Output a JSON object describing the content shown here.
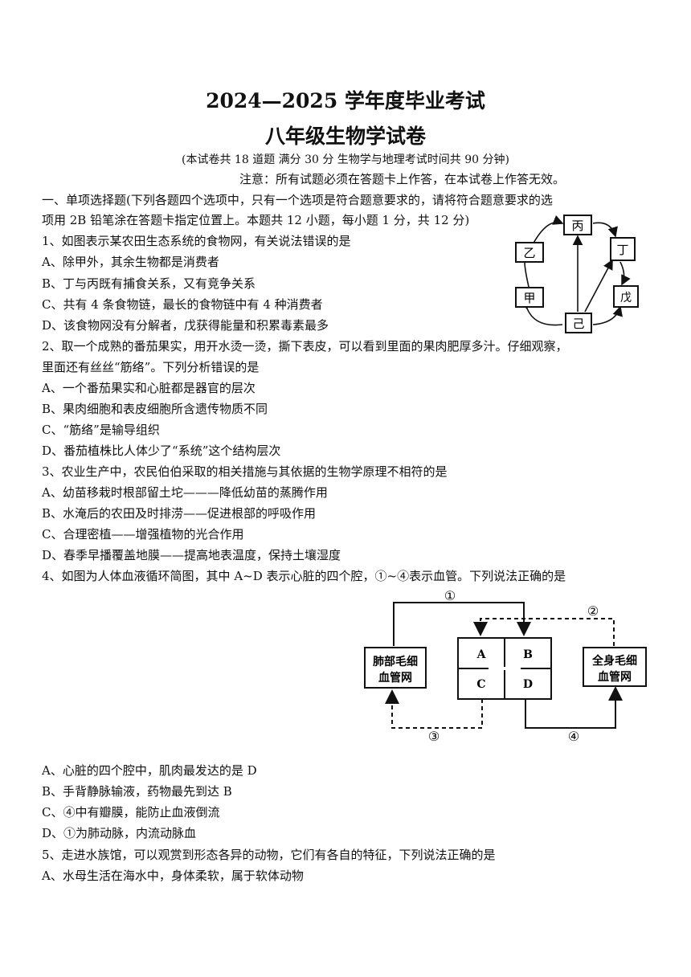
{
  "header": {
    "title": "2024—2025 学年度毕业考试",
    "subtitle": "八年级生物学试卷",
    "info": "(本试卷共 18 道题 满分 30 分 生物学与地理考试时间共 90 分钟)",
    "notice": "注意：所有试题必须在答题卡上作答，在本试卷上作答无效。"
  },
  "section1": {
    "line1": "一、单项选择题(下列各题四个选项中，只有一个选项是符合题意要求的，请将符合题意要求的选",
    "line2": "项用 2B 铅笔涂在答题卡指定位置上。本题共 12 小题，每小题 1 分，共 12 分)"
  },
  "q1": {
    "stem": "1、如图表示某农田生态系统的食物网，有关说法错误的是",
    "options": [
      "A、除甲外，其余生物都是消费者",
      "B、丁与丙既有捕食关系，又有竞争关系",
      "C、共有 4 条食物链，最长的食物链中有 4 种消费者",
      "D、该食物网没有分解者，戊获得能量和积累毒素最多"
    ],
    "nodes": [
      "丙",
      "乙",
      "丁",
      "甲",
      "戊",
      "己"
    ]
  },
  "q2": {
    "stem1": "2、取一个成熟的番茄果实，用开水烫一烫，撕下表皮，可以看到里面的果肉肥厚多汁。仔细观察，",
    "stem2": "里面还有丝丝“筋络”。下列分析错误的是",
    "options": [
      "A、一个番茄果实和心脏都是器官的层次",
      "B、果肉细胞和表皮细胞所含遗传物质不同",
      "C、“筋络”是输导组织",
      "D、番茄植株比人体少了“系统”这个结构层次"
    ]
  },
  "q3": {
    "stem": "3、农业生产中，农民伯伯采取的相关措施与其依据的生物学原理不相符的是",
    "options": [
      "A、幼苗移栽时根部留土坨———降低幼苗的蒸腾作用",
      "B、水淹后的农田及时排涝——促进根部的呼吸作用",
      "C、合理密植——增强植物的光合作用",
      "D、春季早播覆盖地膜——提高地表温度，保持土壤湿度"
    ]
  },
  "q4": {
    "stem": "4、如图为人体血液循环简图，其中 A~D 表示心脏的四个腔，①~④表示血管。下列说法正确的是",
    "diagram": {
      "lung_line1": "肺部毛细",
      "lung_line2": "血管网",
      "body_line1": "全身毛细",
      "body_line2": "血管网",
      "chambers": [
        "A",
        "B",
        "C",
        "D"
      ],
      "vessels": [
        "①",
        "②",
        "③",
        "④"
      ]
    },
    "options": [
      "A、心脏的四个腔中，肌肉最发达的是 D",
      "B、手背静脉输液，药物最先到达 B",
      "C、④中有瓣膜，能防止血液倒流",
      "D、①为肺动脉，内流动脉血"
    ]
  },
  "q5": {
    "stem": "5、走进水族馆，可以观赏到形态各异的动物，它们有各自的特征，下列说法正确的是",
    "options": [
      "A、水母生活在海水中，身体柔软，属于软体动物"
    ]
  }
}
